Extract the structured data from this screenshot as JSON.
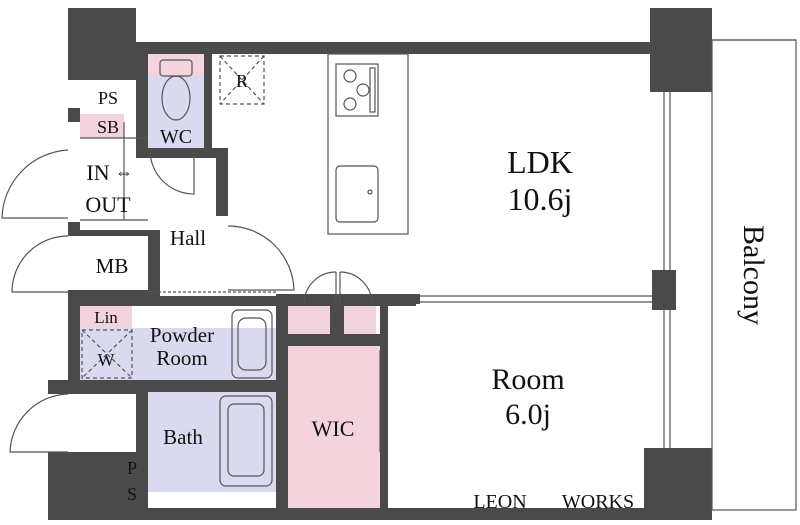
{
  "rooms": {
    "ldk_name": "LDK",
    "ldk_size": "10.6j",
    "room_name": "Room",
    "room_size": "6.0j",
    "balcony": "Balcony",
    "wic": "WIC",
    "hall": "Hall",
    "bath": "Bath",
    "powder_line1": "Powder",
    "powder_line2": "Room",
    "wc": "WC",
    "mb": "MB",
    "lin": "Lin",
    "w": "W",
    "sb": "SB",
    "ps_top": "PS",
    "ps_bottom_p": "P",
    "ps_bottom_s": "S",
    "refrigerator": "R",
    "entrance_in": "IN",
    "entrance_arrow": "⇔",
    "entrance_out": "OUT"
  },
  "brand": {
    "left": "LEON",
    "right": "WORKS"
  },
  "colors": {
    "wall": "#4a4a4a",
    "pink": "#f3d3dc",
    "lavender": "#d9d9ef",
    "line": "#555555"
  }
}
